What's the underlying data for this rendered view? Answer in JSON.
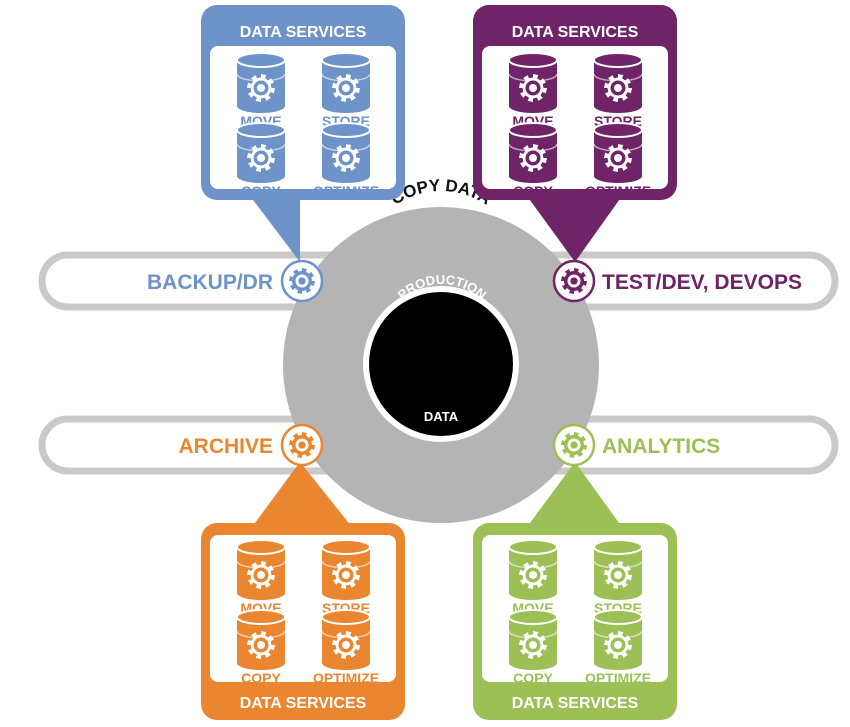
{
  "colors": {
    "blue": "#6d93c9",
    "purple": "#6e2467",
    "orange": "#e9862f",
    "green": "#9cc056",
    "ring": "#b4b4b4",
    "core": "#000000",
    "bar_fill": "#ffffff",
    "bar_stroke": "#c9c9c9"
  },
  "center": {
    "ring_label": "COPY DATA",
    "core_label_top": "PRODUCTION",
    "core_label_bottom": "DATA"
  },
  "use_cases": [
    {
      "id": "backup",
      "label": "BACKUP/DR",
      "color_key": "blue",
      "icon": "gear-icon",
      "services": {
        "title": "DATA SERVICES",
        "items": [
          {
            "label": "MOVE",
            "icon": "database-gear-icon"
          },
          {
            "label": "STORE",
            "icon": "database-gear-icon"
          },
          {
            "label": "COPY",
            "icon": "database-gear-icon"
          },
          {
            "label": "OPTIMIZE",
            "icon": "database-gear-icon"
          }
        ]
      }
    },
    {
      "id": "testdev",
      "label": "TEST/DEV, DEVOPS",
      "color_key": "purple",
      "icon": "gear-icon",
      "services": {
        "title": "DATA SERVICES",
        "items": [
          {
            "label": "MOVE",
            "icon": "database-gear-icon"
          },
          {
            "label": "STORE",
            "icon": "database-gear-icon"
          },
          {
            "label": "COPY",
            "icon": "database-gear-icon"
          },
          {
            "label": "OPTIMIZE",
            "icon": "database-gear-icon"
          }
        ]
      }
    },
    {
      "id": "archive",
      "label": "ARCHIVE",
      "color_key": "orange",
      "icon": "gear-icon",
      "services": {
        "title": "DATA SERVICES",
        "items": [
          {
            "label": "MOVE",
            "icon": "database-gear-icon"
          },
          {
            "label": "STORE",
            "icon": "database-gear-icon"
          },
          {
            "label": "COPY",
            "icon": "database-gear-icon"
          },
          {
            "label": "OPTIMIZE",
            "icon": "database-gear-icon"
          }
        ]
      }
    },
    {
      "id": "analytics",
      "label": "ANALYTICS",
      "color_key": "green",
      "icon": "gear-icon",
      "services": {
        "title": "DATA SERVICES",
        "items": [
          {
            "label": "MOVE",
            "icon": "database-gear-icon"
          },
          {
            "label": "STORE",
            "icon": "database-gear-icon"
          },
          {
            "label": "COPY",
            "icon": "database-gear-icon"
          },
          {
            "label": "OPTIMIZE",
            "icon": "database-gear-icon"
          }
        ]
      }
    }
  ]
}
